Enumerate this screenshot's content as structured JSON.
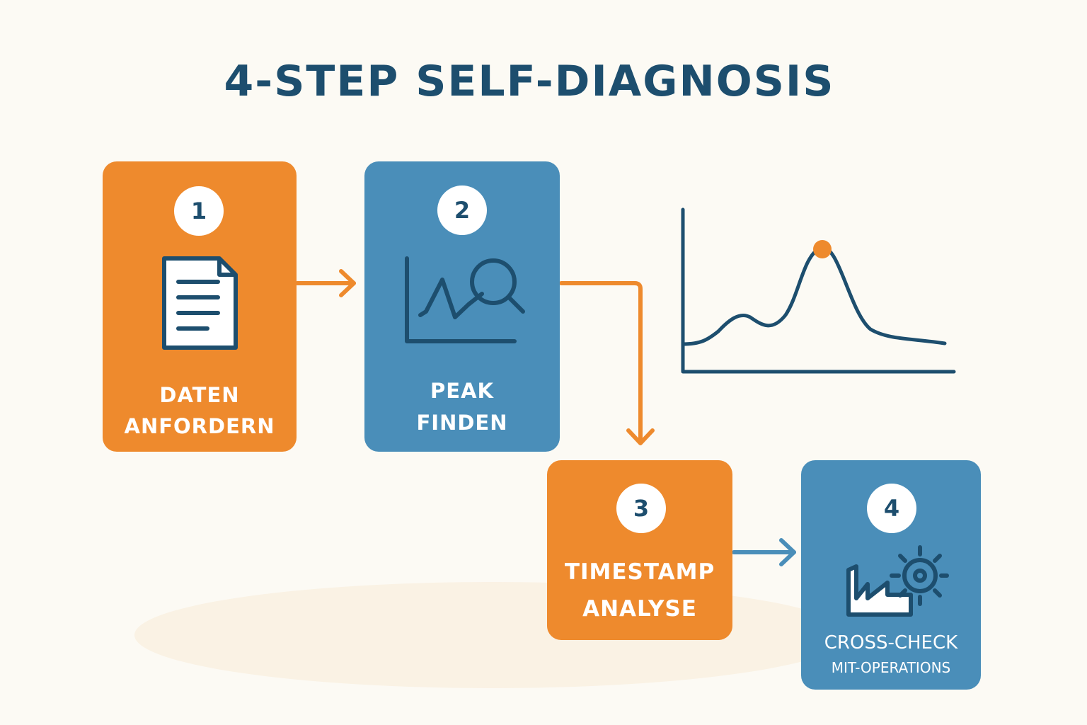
{
  "title": "4-STEP SELF-DIAGNOSIS",
  "colors": {
    "background": "#fcfaf4",
    "orange": "#ee8a2d",
    "blue": "#4a8eb9",
    "navy": "#1d4e6e",
    "white": "#ffffff"
  },
  "steps": [
    {
      "number": "1",
      "lines": [
        "DATEN",
        "ANFORDERN"
      ],
      "icon": "document-icon",
      "color": "orange"
    },
    {
      "number": "2",
      "lines": [
        "PEAK",
        "FINDEN"
      ],
      "icon": "chart-magnifier-icon",
      "color": "blue"
    },
    {
      "number": "3",
      "lines": [
        "TIMESTAMP",
        "ANALYSE"
      ],
      "icon": "",
      "color": "orange"
    },
    {
      "number": "4",
      "lines": [
        "CROSS-CHECK",
        "MIT-OPERATIONS"
      ],
      "icon": "factory-gear-icon",
      "color": "blue"
    }
  ],
  "connectors": [
    {
      "from": "1",
      "to": "2",
      "color": "orange"
    },
    {
      "from": "2",
      "to": "3",
      "color": "orange"
    },
    {
      "from": "3",
      "to": "4",
      "color": "blue"
    }
  ],
  "peak_chart": {
    "icon": "peak-line-chart",
    "highlight": "peak-marker",
    "highlight_color": "#ee8a2d"
  }
}
